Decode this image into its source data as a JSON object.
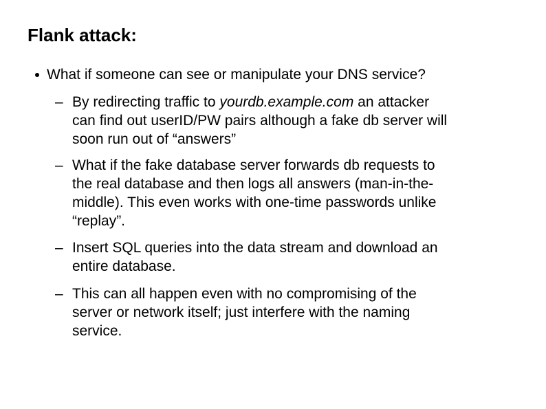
{
  "slide": {
    "background_color": "#ffffff",
    "text_color": "#000000",
    "title": "Flank attack:",
    "bullet": {
      "text": "What if someone can see or manipulate your DNS service?"
    },
    "sub_bullets": {
      "marker": "–",
      "items": [
        {
          "prefix": "By redirecting traffic to",
          "italic_text": "yourdb.example.com",
          "suffix_lines": [
            "an attacker",
            "can find out userID/PW pairs although a fake db server will",
            "soon run out of “answers”"
          ]
        },
        {
          "lines": [
            "What if the fake database server forwards db requests to",
            "the real database and then logs all answers (man-in-the-",
            "middle). This even works with one-time passwords unlike",
            "“replay”."
          ]
        },
        {
          "lines": [
            "Insert SQL queries into the data stream and download an",
            "entire database."
          ]
        },
        {
          "lines": [
            "This can all happen even with no compromising of the",
            "server or network itself; just interfere with the naming",
            "service."
          ]
        }
      ]
    }
  }
}
